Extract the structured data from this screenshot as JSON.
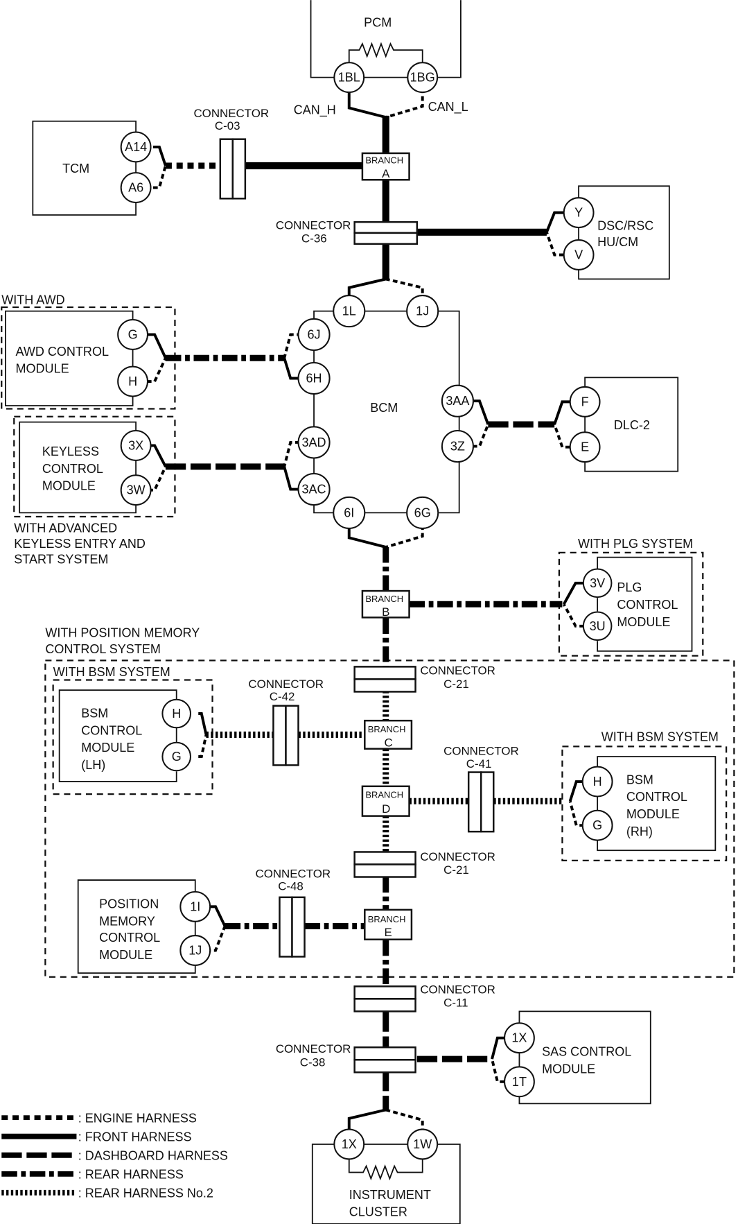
{
  "modules": {
    "pcm": "PCM",
    "tcm": "TCM",
    "dsc_line1": "DSC/RSC",
    "dsc_line2": "HU/CM",
    "bcm": "BCM",
    "awd": [
      "AWD CONTROL",
      "MODULE"
    ],
    "keyless": [
      "KEYLESS",
      "CONTROL",
      "MODULE"
    ],
    "dlc": "DLC-2",
    "plg": [
      "PLG",
      "CONTROL",
      "MODULE"
    ],
    "bsm_lh": [
      "BSM",
      "CONTROL",
      "MODULE",
      "(LH)"
    ],
    "bsm_rh": [
      "BSM",
      "CONTROL",
      "MODULE",
      "(RH)"
    ],
    "pmcm": [
      "POSITION",
      "MEMORY",
      "CONTROL",
      "MODULE"
    ],
    "sas": [
      "SAS CONTROL",
      "MODULE"
    ],
    "ic": [
      "INSTRUMENT",
      "CLUSTER"
    ]
  },
  "pins": {
    "pcm_h": "1BL",
    "pcm_l": "1BG",
    "tcm_h": "A14",
    "tcm_l": "A6",
    "dsc_h": "Y",
    "dsc_l": "V",
    "bcm_1l": "1L",
    "bcm_1j": "1J",
    "bcm_6j": "6J",
    "bcm_6h": "6H",
    "bcm_3ad": "3AD",
    "bcm_3ac": "3AC",
    "bcm_3aa": "3AA",
    "bcm_3z": "3Z",
    "bcm_6i": "6I",
    "bcm_6g": "6G",
    "awd_g": "G",
    "awd_h": "H",
    "key_3x": "3X",
    "key_3w": "3W",
    "dlc_f": "F",
    "dlc_e": "E",
    "plg_3v": "3V",
    "plg_3u": "3U",
    "bsml_h": "H",
    "bsml_g": "G",
    "bsmr_h": "H",
    "bsmr_g": "G",
    "pm_1i": "1I",
    "pm_1j": "1J",
    "sas_1x": "1X",
    "sas_1t": "1T",
    "ic_1x": "1X",
    "ic_1w": "1W"
  },
  "signals": {
    "can_h": "CAN_H",
    "can_l": "CAN_L"
  },
  "connectors": {
    "word": "CONNECTOR",
    "c03": "C-03",
    "c36": "C-36",
    "c21": "C-21",
    "c42": "C-42",
    "c41": "C-41",
    "c48": "C-48",
    "c11": "C-11",
    "c38": "C-38"
  },
  "branches": {
    "word": "BRANCH",
    "a": "A",
    "b": "B",
    "c": "C",
    "d": "D",
    "e": "E"
  },
  "options": {
    "awd": "WITH AWD",
    "keyless": [
      "WITH ADVANCED",
      "KEYLESS ENTRY  AND",
      "START SYSTEM"
    ],
    "plg": "WITH PLG SYSTEM",
    "position_memory": [
      "WITH POSITION MEMORY",
      "CONTROL SYSTEM"
    ],
    "bsm_lh": "WITH BSM SYSTEM",
    "bsm_rh": "WITH BSM SYSTEM"
  },
  "legend": [
    {
      "style": "engine",
      "label": ": ENGINE HARNESS"
    },
    {
      "style": "front",
      "label": ": FRONT HARNESS"
    },
    {
      "style": "dashboard",
      "label": ": DASHBOARD HARNESS"
    },
    {
      "style": "rear",
      "label": ": REAR HARNESS"
    },
    {
      "style": "rear2",
      "label": ": REAR HARNESS No.2"
    }
  ]
}
